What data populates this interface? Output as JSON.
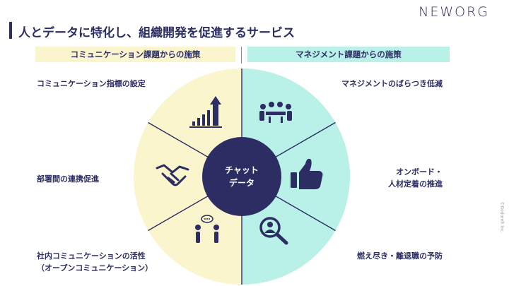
{
  "logo": "NEWORG",
  "title": "人とデータに特化し、組織開発を促進するサービス",
  "left_header": "コミュニケーション課題からの施策",
  "right_header": "マネジメント課題からの施策",
  "center_label": {
    "line1": "チャット",
    "line2": "データ"
  },
  "left_items": [
    {
      "line1": "コミュニケーション指標の設定"
    },
    {
      "line1": "部署間の連携促進"
    },
    {
      "line1": "社内コミュニケーションの活性",
      "line2": "（オープンコミュニケーション）"
    }
  ],
  "right_items": [
    {
      "line1": "マネジメントのばらつき低減"
    },
    {
      "line1": "オンボード・",
      "line2": "人材定着の推進"
    },
    {
      "line1": "燃え尽き・離退職の予防"
    }
  ],
  "icons": {
    "left": [
      "bar-chart-up-icon",
      "handshake-icon",
      "people-chat-icon"
    ],
    "right": [
      "meeting-icon",
      "thumbs-up-icon",
      "search-person-icon"
    ]
  },
  "colors": {
    "navy": "#2b2d63",
    "left_fill": "#fbf5cd",
    "right_fill": "#b9f1e8"
  },
  "copyright": "©Godorelt Inc."
}
